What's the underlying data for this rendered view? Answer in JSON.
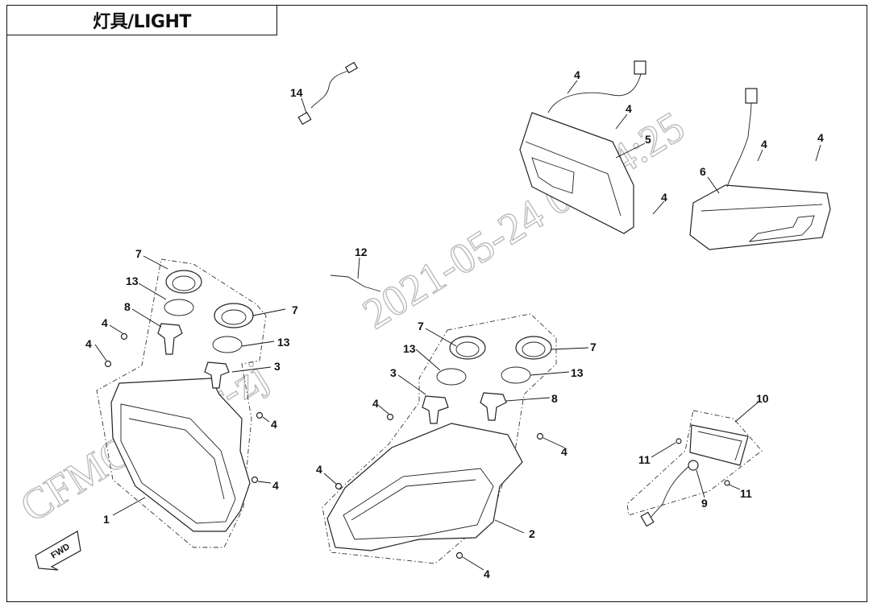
{
  "title": "灯具/LIGHT",
  "watermark": {
    "brand": "CFMOTO",
    "user": "vr-zj",
    "timestamp": "2021-05-24 09:34:25"
  },
  "fwd_label": "FWD",
  "callouts": [
    "14",
    "4",
    "4",
    "5",
    "4",
    "4",
    "6",
    "4",
    "7",
    "13",
    "8",
    "7",
    "4",
    "4",
    "13",
    "3",
    "4",
    "4",
    "1",
    "12",
    "7",
    "13",
    "3",
    "7",
    "13",
    "8",
    "4",
    "4",
    "4",
    "2",
    "4",
    "10",
    "11",
    "9",
    "11"
  ]
}
